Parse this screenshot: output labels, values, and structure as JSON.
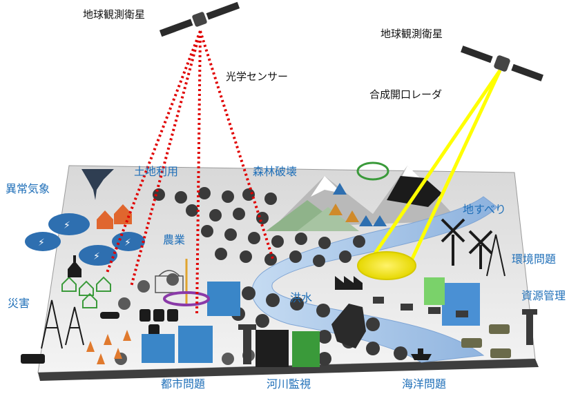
{
  "satellites": {
    "optical": {
      "label": "地球観測衛星",
      "sensor": "光学センサー"
    },
    "radar": {
      "label": "地球観測衛星",
      "sensor": "合成開口レーダ"
    }
  },
  "categories": {
    "abnormal_weather": "異常気象",
    "disaster": "災害",
    "land_use": "土地利用",
    "agriculture": "農業",
    "forest_destruction": "森林破壊",
    "landslide": "地すべり",
    "environmental_issues": "環境問題",
    "resource_management": "資源管理",
    "flood": "洪水",
    "urban_issues": "都市問題",
    "river_monitoring": "河川監視",
    "ocean_issues": "海洋問題"
  },
  "colors": {
    "optical_beam": "#e00000",
    "radar_beam": "#ffff00",
    "category_text": "#1f6fb8",
    "label_text": "#111111",
    "river": "#a8c6ea",
    "ground": "#e9e9e9",
    "tree": "#3a3a3a"
  }
}
